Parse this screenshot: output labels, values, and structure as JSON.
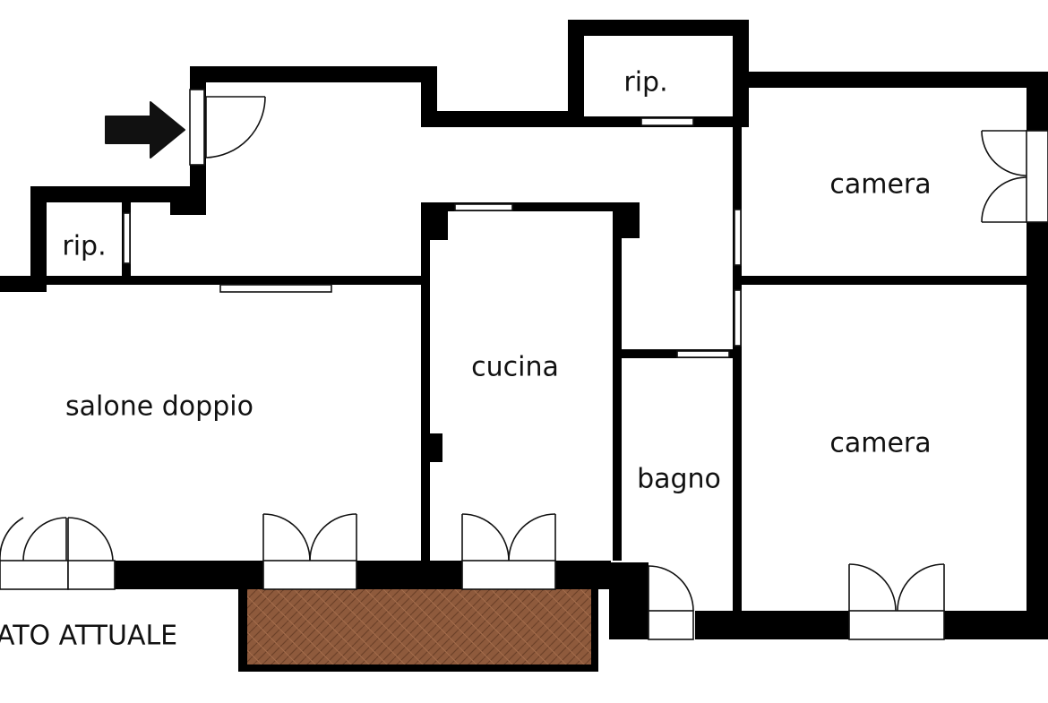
{
  "colors": {
    "wall": "#000000",
    "floor": "#ffffff",
    "terrace": "#8e5a3c",
    "terrace_grout": "#6d4128",
    "arrow": "#111111"
  },
  "rooms": {
    "salone": "salone doppio",
    "cucina": "cucina",
    "bagno": "bagno",
    "camera_1": "camera",
    "camera_2": "camera",
    "ripostiglio_1": "rip.",
    "ripostiglio_2": "rip."
  },
  "caption": "ATO ATTUALE",
  "icons": {
    "entrance": "entrance-arrow-icon"
  }
}
